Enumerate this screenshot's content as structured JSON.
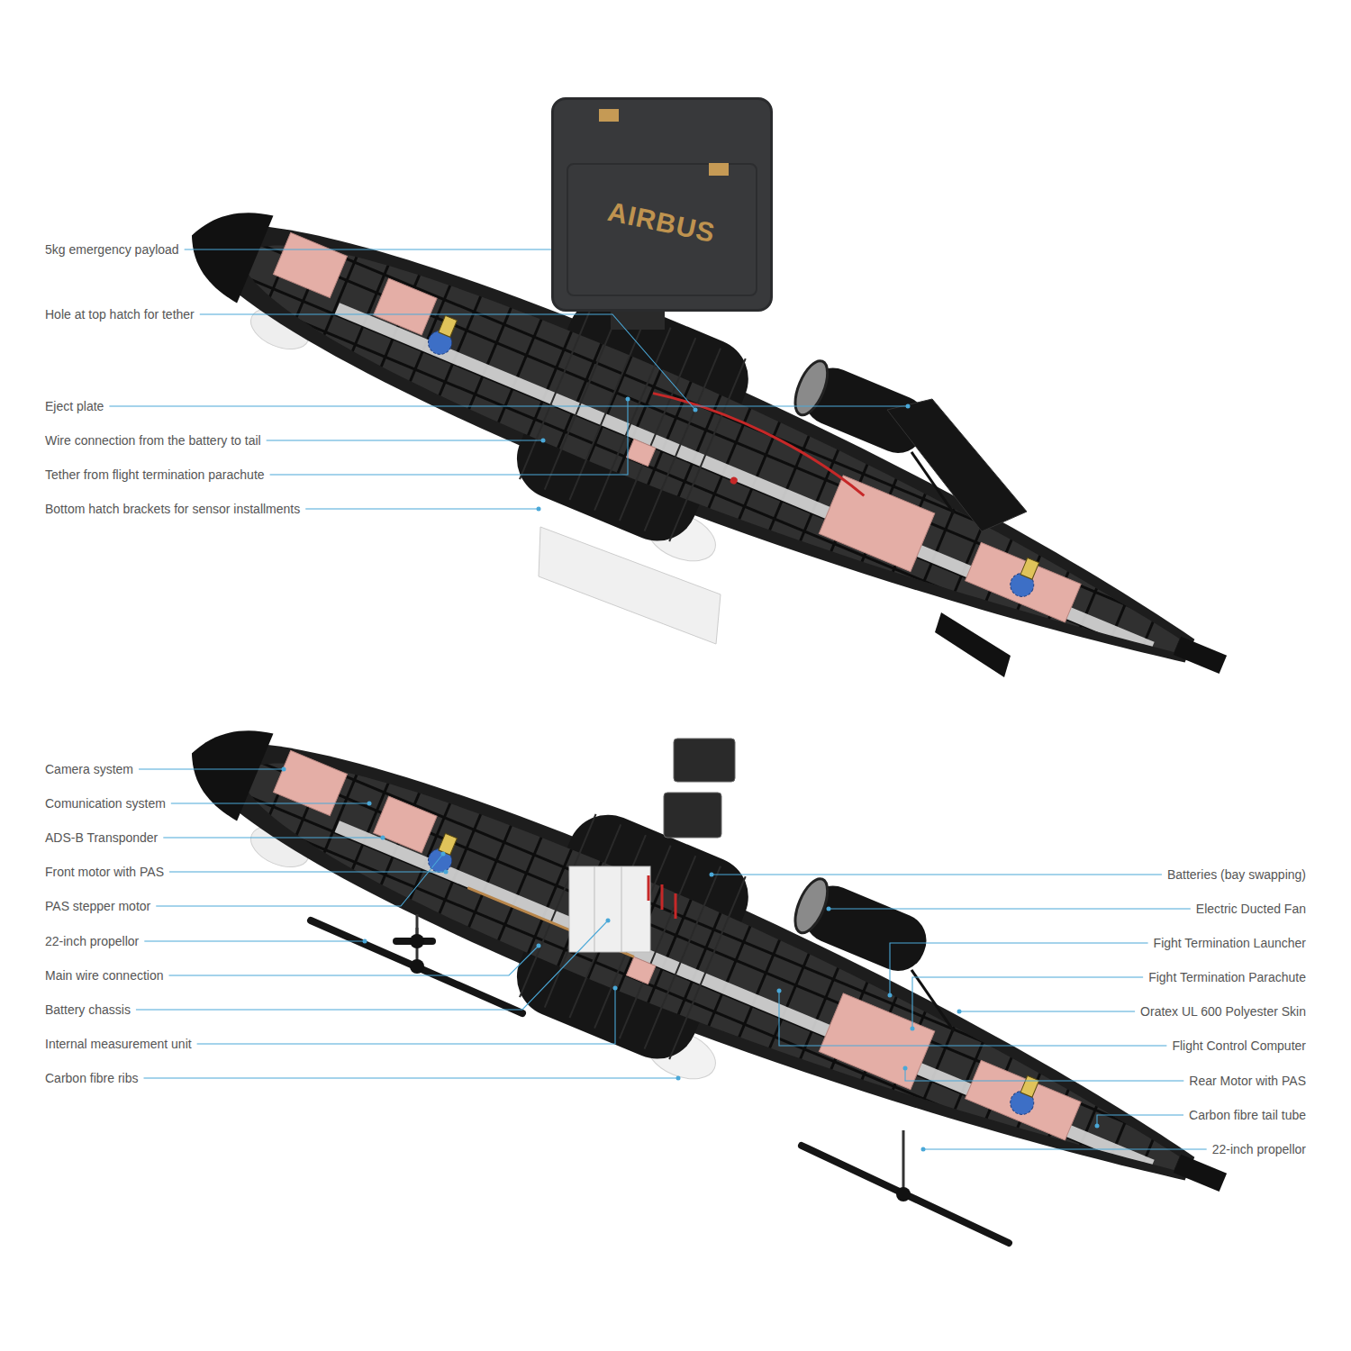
{
  "diagram": {
    "nodes": [
      {
        "text": [
          "AIRBUS"
        ]
      }
    ],
    "labels": [
      "5kg emergency payload",
      "Hole at top hatch for tether",
      "Eject plate",
      "Wire connection from the battery to tail",
      "Tether from flight termination parachute",
      "Bottom hatch brackets for sensor installments",
      "Camera system",
      "Comunication system",
      "ADS-B Transponder",
      "Front motor with PAS",
      "PAS stepper motor",
      "22-inch propellor",
      "Main wire connection",
      "Battery chassis",
      "Internal measurement unit",
      "Carbon fibre ribs",
      "Batteries (bay swapping)",
      "Electric Ducted Fan",
      "Fight Termination Launcher",
      "Fight Termination Parachute",
      "Oratex UL 600 Polyester Skin",
      "Flight Control Computer",
      "Rear Motor with PAS",
      "Carbon fibre tail tube",
      "22-inch propellor"
    ]
  }
}
